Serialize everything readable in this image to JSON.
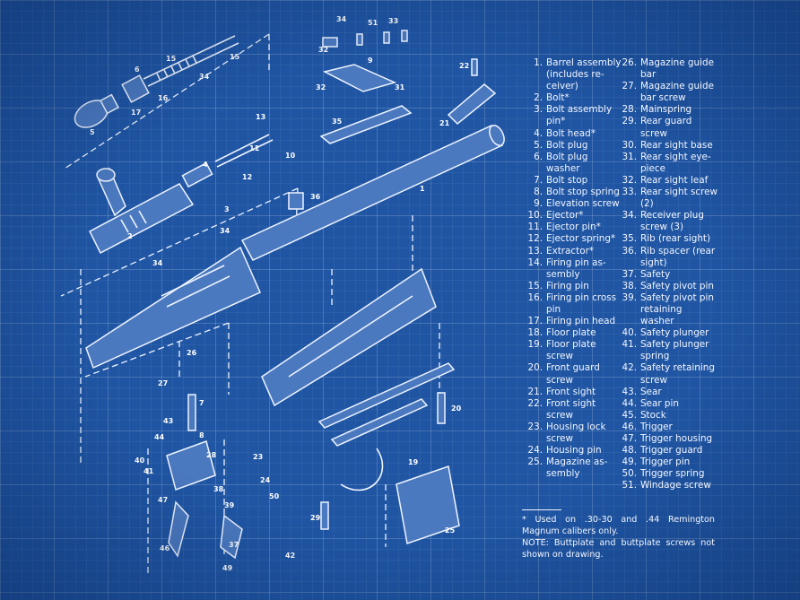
{
  "legend_left": [
    {
      "n": "1.",
      "t": "Barrel assembly (includes re-ceiver)"
    },
    {
      "n": "2.",
      "t": "Bolt*"
    },
    {
      "n": "3.",
      "t": "Bolt assembly pin*"
    },
    {
      "n": "4.",
      "t": "Bolt head*"
    },
    {
      "n": "5.",
      "t": "Bolt plug"
    },
    {
      "n": "6.",
      "t": "Bolt plug washer"
    },
    {
      "n": "7.",
      "t": "Bolt stop"
    },
    {
      "n": "8.",
      "t": "Bolt stop spring"
    },
    {
      "n": "9.",
      "t": "Elevation screw"
    },
    {
      "n": "10.",
      "t": "Ejector*"
    },
    {
      "n": "11.",
      "t": "Ejector pin*"
    },
    {
      "n": "12.",
      "t": "Ejector spring*"
    },
    {
      "n": "13.",
      "t": "Extractor*"
    },
    {
      "n": "14.",
      "t": "Firing pin as-sembly"
    },
    {
      "n": "15.",
      "t": "Firing pin"
    },
    {
      "n": "16.",
      "t": "Firing pin cross pin"
    },
    {
      "n": "17.",
      "t": "Firing pin head"
    },
    {
      "n": "18.",
      "t": "Floor plate"
    },
    {
      "n": "19.",
      "t": "Floor plate screw"
    },
    {
      "n": "20.",
      "t": "Front guard screw"
    },
    {
      "n": "21.",
      "t": "Front sight"
    },
    {
      "n": "22.",
      "t": "Front sight screw"
    },
    {
      "n": "23.",
      "t": "Housing lock screw"
    },
    {
      "n": "24.",
      "t": "Housing pin"
    },
    {
      "n": "25.",
      "t": "Magazine as-sembly"
    }
  ],
  "legend_right": [
    {
      "n": "26.",
      "t": "Magazine guide bar"
    },
    {
      "n": "27.",
      "t": "Magazine guide bar screw"
    },
    {
      "n": "28.",
      "t": "Mainspring"
    },
    {
      "n": "29.",
      "t": "Rear guard screw"
    },
    {
      "n": "30.",
      "t": "Rear sight base"
    },
    {
      "n": "31.",
      "t": "Rear sight eye-piece"
    },
    {
      "n": "32.",
      "t": "Rear sight leaf"
    },
    {
      "n": "33.",
      "t": "Rear sight screw (2)"
    },
    {
      "n": "34.",
      "t": "Receiver plug screw (3)"
    },
    {
      "n": "35.",
      "t": "Rib (rear sight)"
    },
    {
      "n": "36.",
      "t": "Rib spacer (rear sight)"
    },
    {
      "n": "37.",
      "t": "Safety"
    },
    {
      "n": "38.",
      "t": "Safety pivot pin"
    },
    {
      "n": "39.",
      "t": "Safety pivot pin retaining washer"
    },
    {
      "n": "40.",
      "t": "Safety plunger"
    },
    {
      "n": "41.",
      "t": "Safety plunger spring"
    },
    {
      "n": "42.",
      "t": "Safety retaining screw"
    },
    {
      "n": "43.",
      "t": "Sear"
    },
    {
      "n": "44.",
      "t": "Sear pin"
    },
    {
      "n": "45.",
      "t": "Stock"
    },
    {
      "n": "46.",
      "t": "Trigger"
    },
    {
      "n": "47.",
      "t": "Trigger housing"
    },
    {
      "n": "48.",
      "t": "Trigger guard"
    },
    {
      "n": "49.",
      "t": "Trigger pin"
    },
    {
      "n": "50.",
      "t": "Trigger spring"
    },
    {
      "n": "51.",
      "t": "Windage screw"
    }
  ],
  "footnote": {
    "asterisk_note": "* Used on .30-30 and .44 Remington Magnum calibers only.",
    "note": "NOTE: Buttplate and buttplate screws not shown on drawing."
  },
  "callouts": {
    "barrel": "1",
    "bolt": "2",
    "bolt_pin": "3",
    "bolt_head": "4",
    "bolt_plug": "5",
    "bolt_washer": "6",
    "bolt_stop": "7",
    "bolt_stop_spring": "8",
    "elevation": "9",
    "ejector": "10",
    "ejector_pin": "11",
    "ejector_spring": "12",
    "extractor": "13",
    "firing_pin": "15",
    "cross_pin": "16",
    "firing_head": "17",
    "floor_screw": "19",
    "front_guard_screw": "20",
    "front_sight": "21",
    "front_sight_screw": "22",
    "housing_lock": "23",
    "housing_pin": "24",
    "magazine": "25",
    "guide_bar": "26",
    "guide_screw": "27",
    "mainspring": "28",
    "rear_guard_screw": "29",
    "rear_base": "32",
    "rear_eye": "31",
    "rear_leaf": "32",
    "rear_screw": "33",
    "plug_screw_a": "34",
    "plug_screw_b": "34",
    "plug_screw_c": "34",
    "rib": "35",
    "rib_spacer": "36",
    "safety_pivot": "38",
    "safety_washer": "39",
    "safety_plunger": "40",
    "plunger_spring": "41",
    "safety_screw": "42",
    "sear": "43",
    "sear_pin": "44",
    "trigger": "46",
    "trigger_housing": "47",
    "trigger_pin": "49",
    "trigger_spring": "50",
    "windage": "51",
    "safety": "37"
  }
}
